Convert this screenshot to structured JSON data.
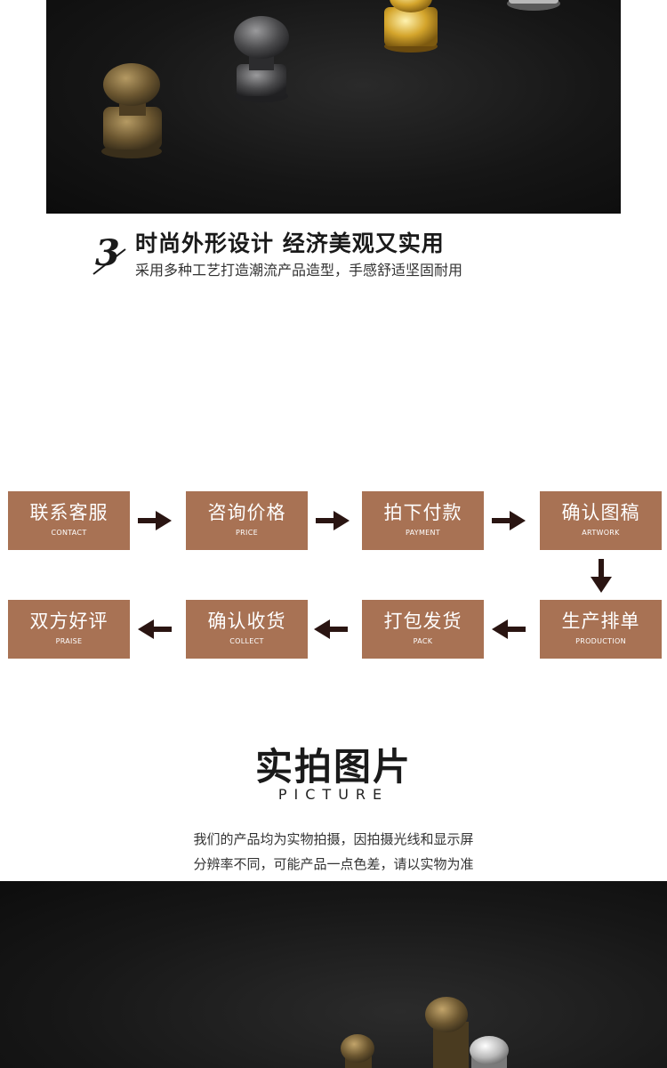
{
  "feature": {
    "number": "3",
    "title": "时尚外形设计 经济美观又实用",
    "subtitle": "采用多种工艺打造潮流产品造型，手感舒适坚固耐用"
  },
  "process": {
    "steps": [
      {
        "cn": "联系客服",
        "en": "CONTACT"
      },
      {
        "cn": "咨询价格",
        "en": "PRICE"
      },
      {
        "cn": "拍下付款",
        "en": "PAYMENT"
      },
      {
        "cn": "确认图稿",
        "en": "ARTWORK"
      },
      {
        "cn": "生产排单",
        "en": "PRODUCTION"
      },
      {
        "cn": "打包发货",
        "en": "PACK"
      },
      {
        "cn": "确认收货",
        "en": "COLLECT"
      },
      {
        "cn": "双方好评",
        "en": "PRAISE"
      }
    ],
    "box_color": "#a87254",
    "arrow_color": "#2a1512"
  },
  "picture_section": {
    "title": "实拍图片",
    "subtitle": "PICTURE",
    "desc_line1": "我们的产品均为实物拍摄，因拍摄光线和显示屏",
    "desc_line2": "分辨率不同，可能产品一点色差，请以实物为准"
  }
}
